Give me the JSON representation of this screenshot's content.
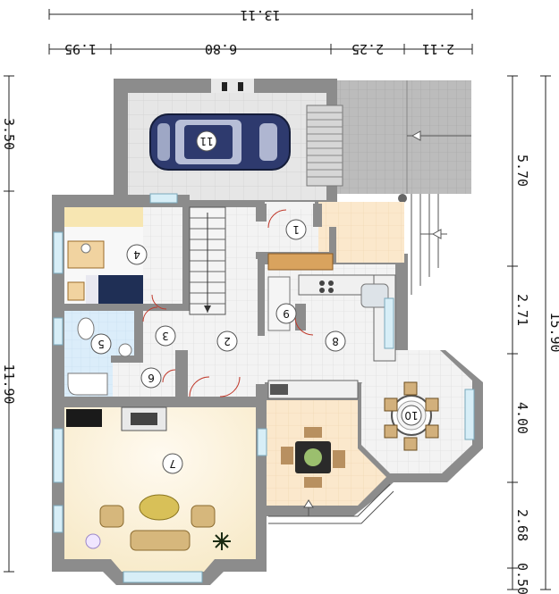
{
  "dimensions": {
    "top_total": "13.11",
    "top_segments": [
      "1.95",
      "6.80",
      "2.25",
      "2.11"
    ],
    "right_total": "15.90",
    "right_segments": [
      "5.70",
      "2.71",
      "4.00",
      "2.68",
      "0.50"
    ],
    "left_segments": [
      "3.50",
      "11.90"
    ]
  },
  "rooms": [
    {
      "id": "1",
      "label": "1"
    },
    {
      "id": "2",
      "label": "2"
    },
    {
      "id": "3",
      "label": "3"
    },
    {
      "id": "4",
      "label": "4"
    },
    {
      "id": "5",
      "label": "5"
    },
    {
      "id": "6",
      "label": "6"
    },
    {
      "id": "7",
      "label": "7"
    },
    {
      "id": "8",
      "label": "8"
    },
    {
      "id": "9",
      "label": "9"
    },
    {
      "id": "10",
      "label": "10"
    },
    {
      "id": "11",
      "label": "11"
    }
  ],
  "colors": {
    "wall": "#8c8c8c",
    "garage_floor": "#e4e4e4",
    "tile_floor": "#f1f1f1",
    "warm_floor": "#fbe9cf",
    "living_floor": "#fdf4dc",
    "bath_floor": "#dceefb",
    "paving": "#bdbdbd",
    "car": "#2e3a6e"
  }
}
